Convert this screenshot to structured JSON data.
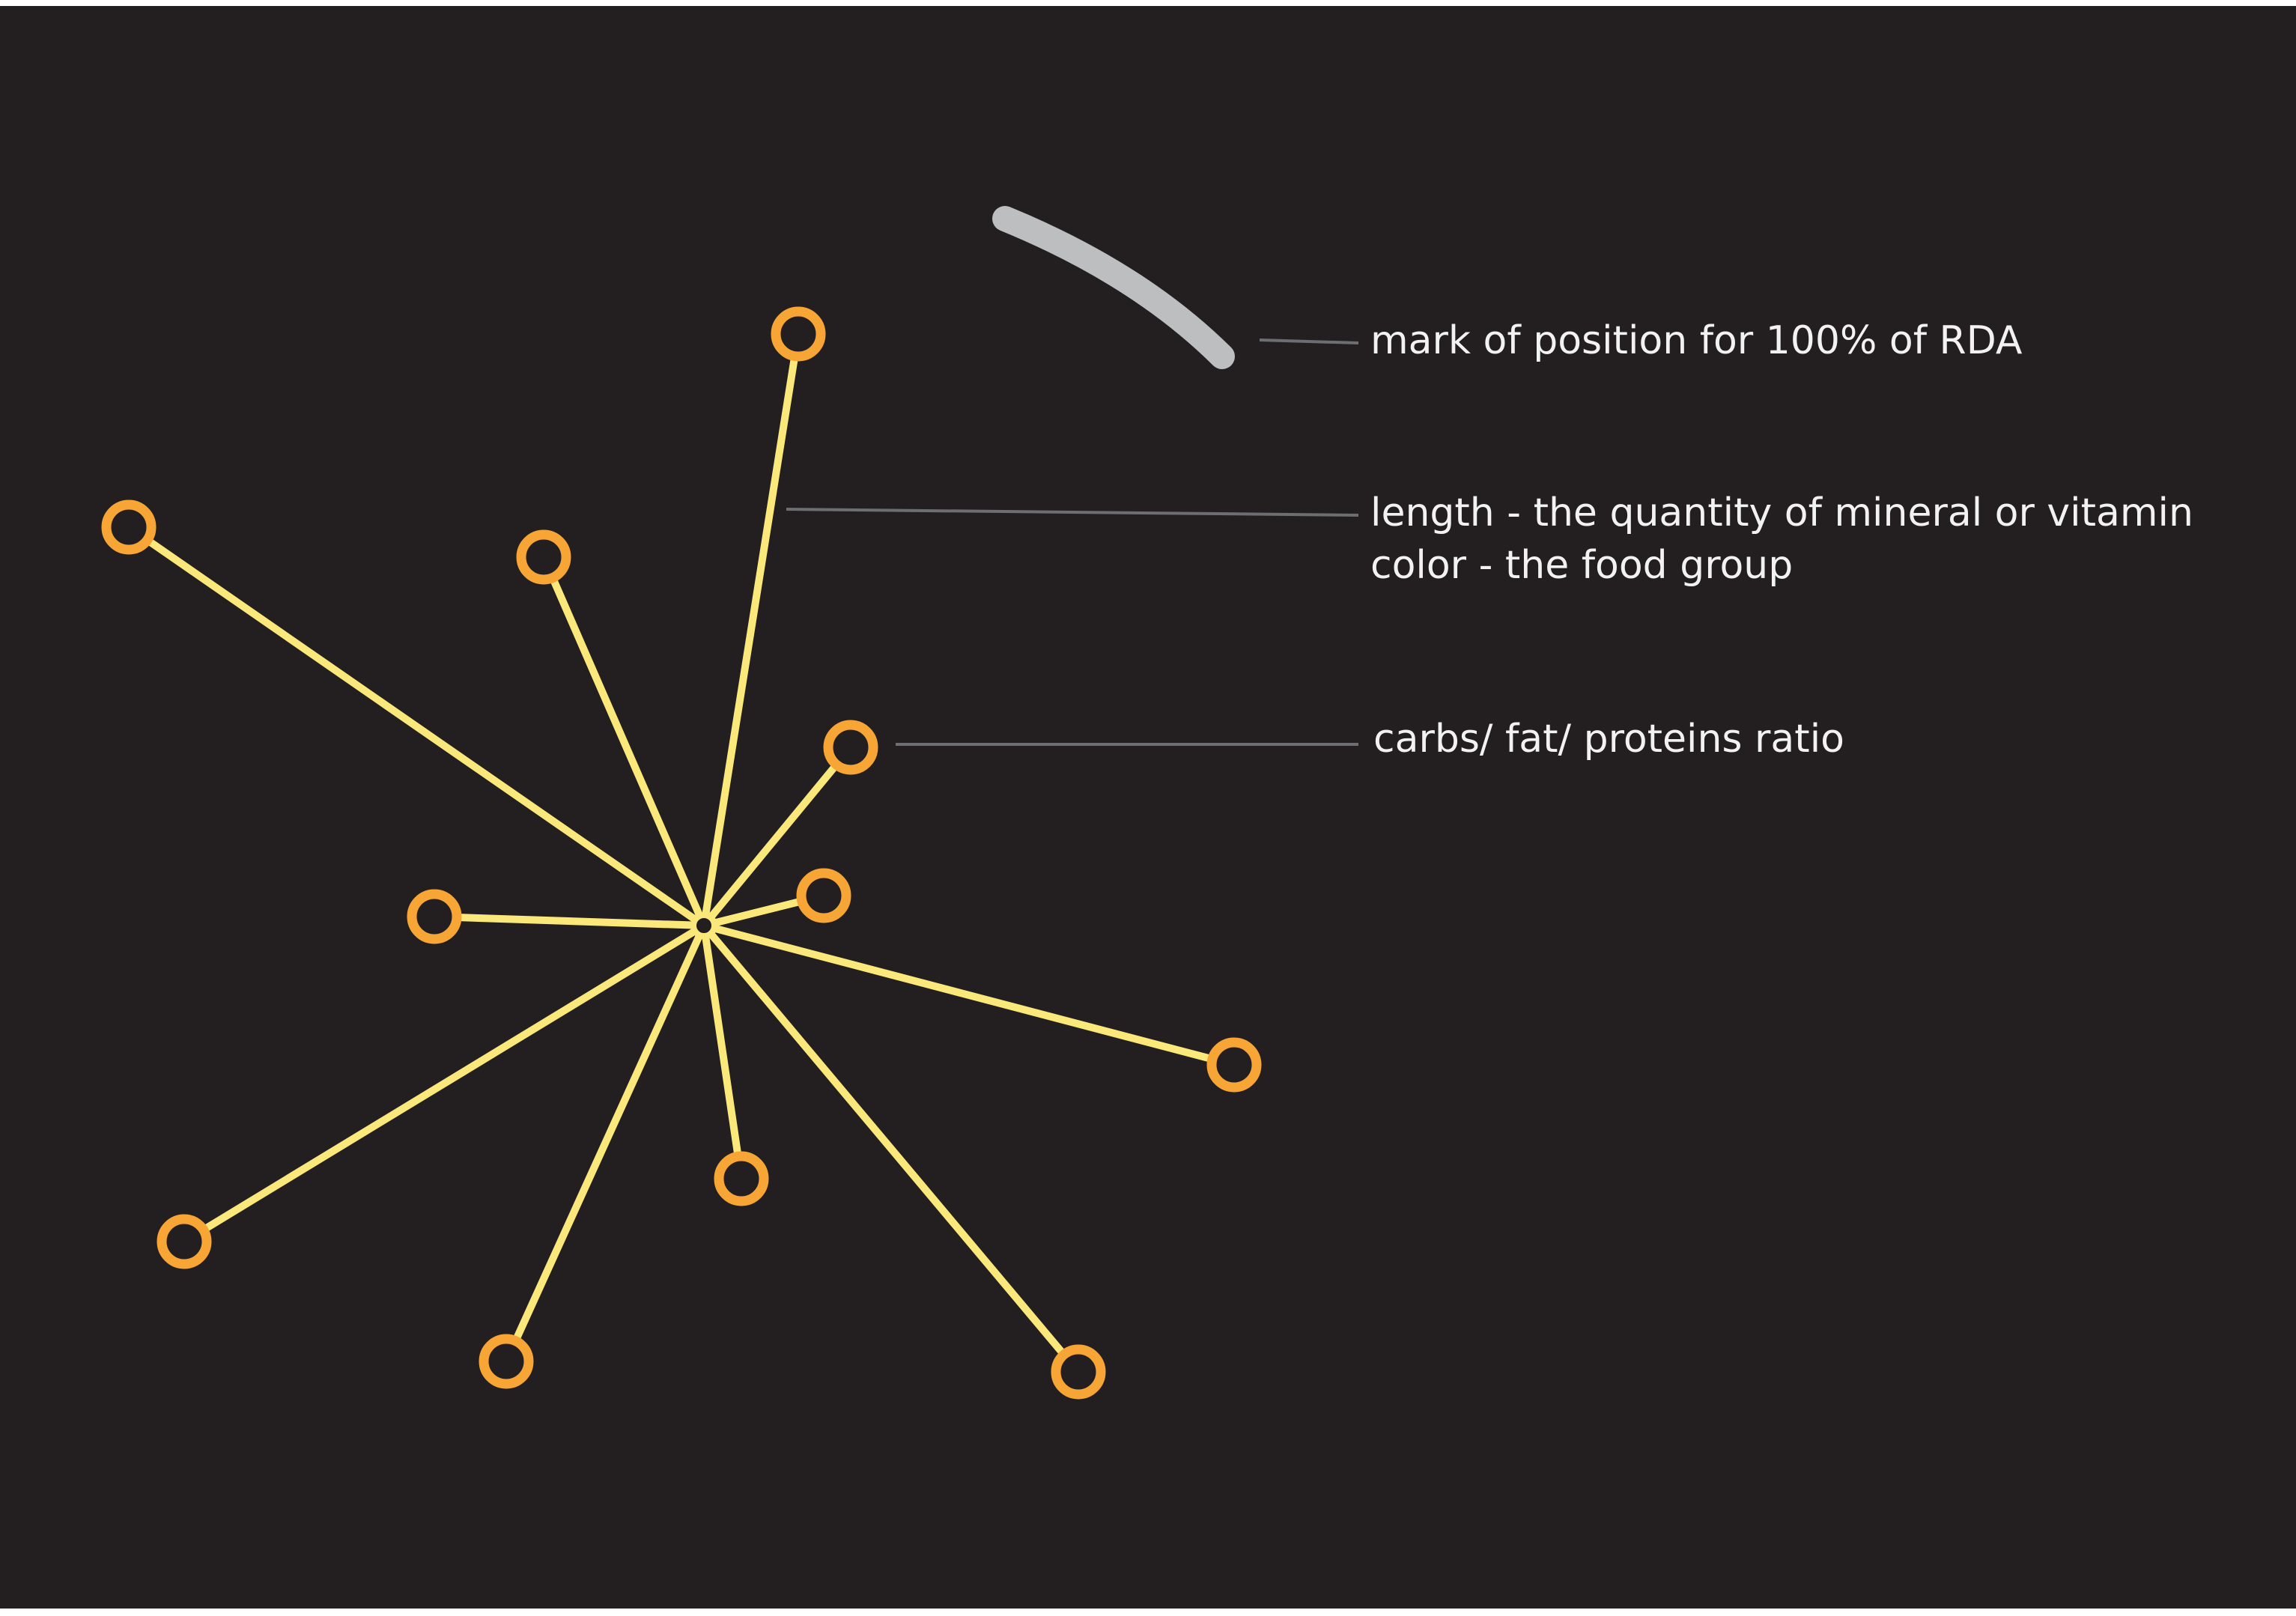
{
  "legend": {
    "rda_mark": "mark of position for 100% of RDA",
    "length_line": "length - the quantity of mineral or vitamin",
    "color_line": "color - the food group",
    "ratio_line": "carbs/ fat/ proteins ratio"
  },
  "colors": {
    "background": "#231f20",
    "spoke": "#fbe87a",
    "node_ring": "#f7a535",
    "rda_mark": "#bcbec0",
    "leader": "#6d6e71",
    "text": "#f2f2f2"
  },
  "spokes": [
    {
      "id": "spoke-1"
    },
    {
      "id": "spoke-2"
    },
    {
      "id": "spoke-3"
    },
    {
      "id": "spoke-4"
    },
    {
      "id": "spoke-5"
    },
    {
      "id": "spoke-6"
    },
    {
      "id": "spoke-7"
    },
    {
      "id": "spoke-8"
    },
    {
      "id": "spoke-9"
    },
    {
      "id": "spoke-10"
    },
    {
      "id": "spoke-11"
    }
  ]
}
